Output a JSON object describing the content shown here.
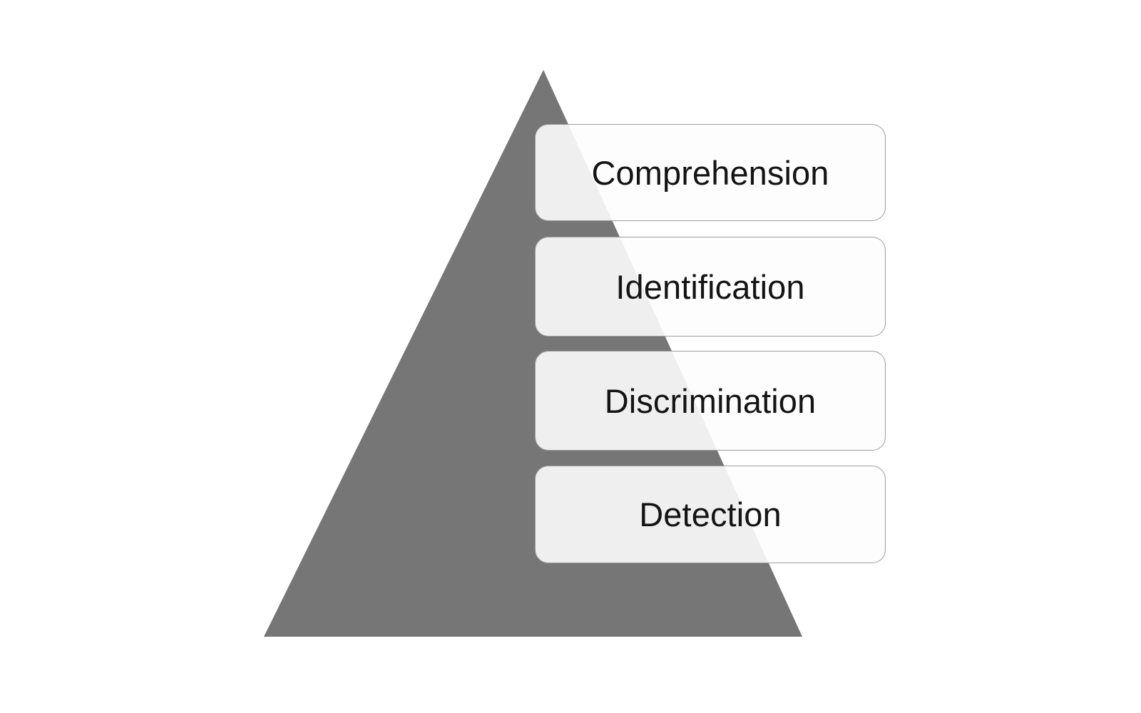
{
  "diagram": {
    "type": "pyramid",
    "title": "",
    "orientation": "apex-up",
    "colors": {
      "pyramid_fill": "#767676",
      "box_fill": "#f2f2f2",
      "box_fill_outside_pyramid": "#fcfcfc",
      "box_border": "#9d9d9d",
      "text": "#141414",
      "background": "#ffffff"
    },
    "pyramid": {
      "apex": [
        762,
        98
      ],
      "base_left": [
        370,
        893
      ],
      "base_right": [
        1125,
        893
      ]
    },
    "levels": [
      {
        "label": "Comprehension",
        "rank": 4,
        "position": "top"
      },
      {
        "label": "Identification",
        "rank": 3,
        "position": "upper-middle"
      },
      {
        "label": "Discrimination",
        "rank": 2,
        "position": "lower-middle"
      },
      {
        "label": "Detection",
        "rank": 1,
        "position": "bottom"
      }
    ]
  }
}
